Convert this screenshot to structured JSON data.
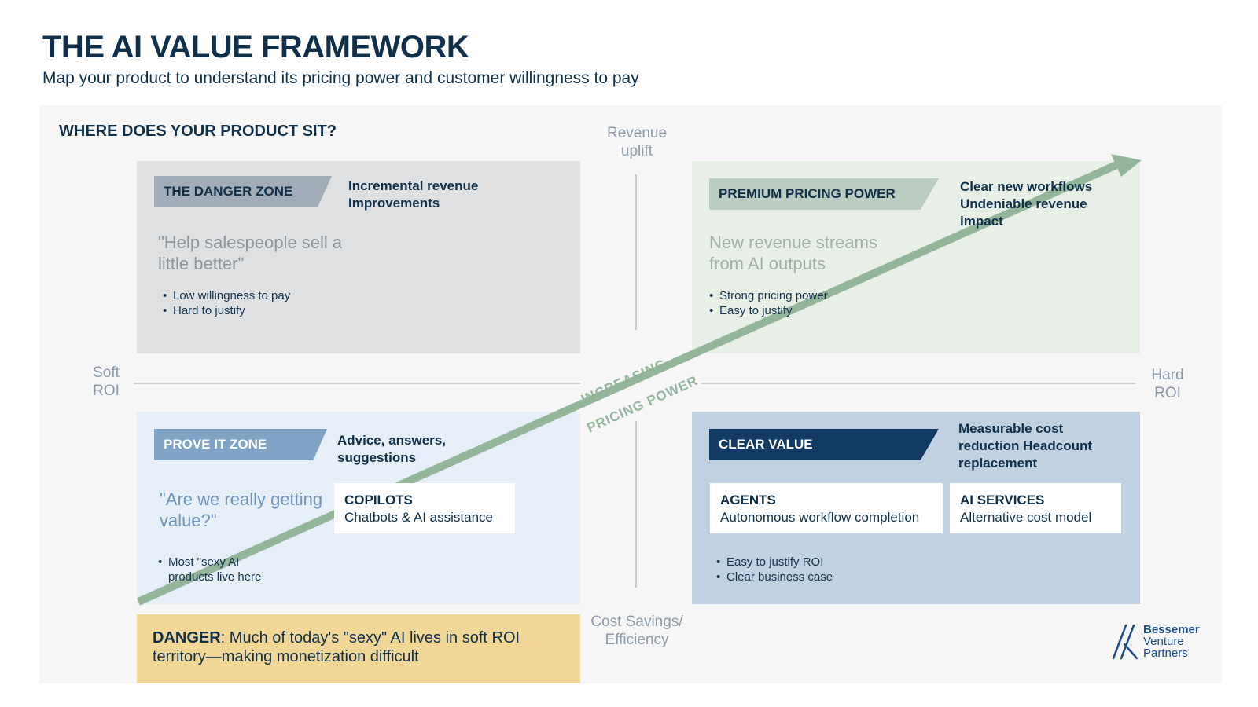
{
  "header": {
    "title": "THE AI VALUE FRAMEWORK",
    "subtitle": "Map your product to understand its pricing power and customer willingness to pay"
  },
  "panel": {
    "heading": "WHERE DOES YOUR PRODUCT SIT?"
  },
  "axes": {
    "top": "Revenue uplift",
    "bottom": "Cost Savings/ Efficiency",
    "left": "Soft ROI",
    "right": "Hard ROI"
  },
  "arrow": {
    "line1": "INCREASING",
    "line2": "PRICING POWER"
  },
  "quadrants": {
    "danger": {
      "tag": "THE DANGER ZONE",
      "note": "Incremental revenue Improvements",
      "quote": "\"Help salespeople sell a little better\"",
      "bullets": [
        "Low willingness to pay",
        "Hard to justify"
      ]
    },
    "premium": {
      "tag": "PREMIUM PRICING POWER",
      "note": "Clear new workflows Undeniable revenue impact",
      "quote": "New revenue streams from AI outputs",
      "bullets": [
        "Strong pricing power",
        "Easy to justify"
      ]
    },
    "prove": {
      "tag": "PROVE IT ZONE",
      "note": "Advice, answers, suggestions",
      "quote": "\"Are we really getting value?\"",
      "bullets": [
        "Most \"sexy AI products live here"
      ],
      "card": {
        "title": "COPILOTS",
        "subtitle": "Chatbots & AI assistance"
      }
    },
    "clear": {
      "tag": "CLEAR VALUE",
      "note": "Measurable cost reduction Headcount replacement",
      "bullets": [
        "Easy to justify ROI",
        "Clear business case"
      ],
      "cards": [
        {
          "title": "AGENTS",
          "subtitle": "Autonomous workflow completion"
        },
        {
          "title": "AI SERVICES",
          "subtitle": "Alternative cost model"
        }
      ]
    }
  },
  "danger_banner": {
    "bold": "DANGER",
    "text": ": Much of today's \"sexy\" AI lives in soft ROI territory—making monetization difficult"
  },
  "logo": {
    "line1": "Bessemer",
    "line2": "Venture",
    "line3": "Partners"
  },
  "colors": {
    "navy": "#0f2f4a",
    "arrow_green": "#93b59a",
    "danger_yellow": "#f2d697"
  }
}
